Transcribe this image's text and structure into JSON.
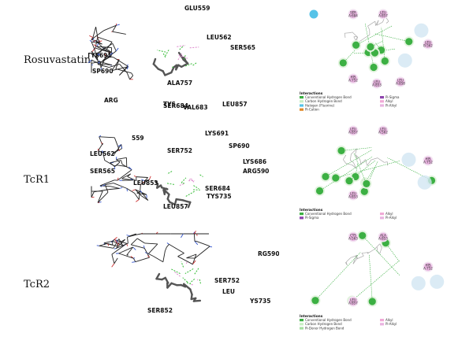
{
  "rows": [
    {
      "label": "Rosuvastatin",
      "residues3d": [
        "GLU559",
        "LEU562",
        "SER565",
        "TYS691",
        "SP690",
        "ALA757",
        "LEU857",
        "ARG",
        "SER684",
        "TYS",
        "VAL683"
      ],
      "residues2d": [
        {
          "t": "SER",
          "s": "A:684",
          "c": "pink"
        },
        {
          "t": "LEU",
          "s": "A:857",
          "c": "pink"
        },
        {
          "t": "LEU",
          "s": "B:562",
          "c": "pink"
        },
        {
          "t": "HIS",
          "s": "A:752",
          "c": "pink"
        },
        {
          "t": "LEU",
          "s": "A:853",
          "c": "pink"
        },
        {
          "t": "LEU",
          "s": "A:858",
          "c": "pink"
        }
      ],
      "legend": {
        "title": "Interactions",
        "items": [
          {
            "label": "Conventional Hydrogen Bond",
            "color": "#3cb043"
          },
          {
            "label": "Pi-Sigma",
            "color": "#8e44ad"
          },
          {
            "label": "Carbon Hydrogen Bond",
            "color": "#c9efc4"
          },
          {
            "label": "Alkyl",
            "color": "#f0a9d6"
          },
          {
            "label": "Halogen (Fluorine)",
            "color": "#56c3e8"
          },
          {
            "label": "Pi-Alkyl",
            "color": "#e9b3e0"
          },
          {
            "label": "Pi-Cation",
            "color": "#e08a2a"
          }
        ]
      }
    },
    {
      "label": "TcR1",
      "residues3d": [
        "559",
        "SP690",
        "SER752",
        "LEU562",
        "LYS691",
        "LYS686",
        "ARG590",
        "SER565",
        "LEU853",
        "SER684",
        "TYS735",
        "LEU857"
      ],
      "residues2d": [
        {
          "t": "LEU",
          "s": "A:857",
          "c": "pink"
        },
        {
          "t": "LEU",
          "s": "A:562",
          "c": "pink"
        },
        {
          "t": "HIS",
          "s": "A:752",
          "c": "pink"
        },
        {
          "t": "LEU",
          "s": "A:853",
          "c": "pink"
        }
      ],
      "legend": {
        "title": "Interactions",
        "items": [
          {
            "label": "Conventional Hydrogen Bond",
            "color": "#3cb043"
          },
          {
            "label": "Alkyl",
            "color": "#f0a9d6"
          },
          {
            "label": "Pi-Sigma",
            "color": "#8e44ad"
          },
          {
            "label": "Pi-Alkyl",
            "color": "#e9b3e0"
          }
        ]
      }
    },
    {
      "label": "TcR2",
      "residues3d": [
        "RG590",
        "SER752",
        "LEU",
        "YS735",
        "SER852"
      ],
      "residues2d": [
        {
          "t": "CYS",
          "s": "A:563",
          "c": "pink"
        },
        {
          "t": "ALA",
          "s": "A:853",
          "c": "pink"
        },
        {
          "t": "HIS",
          "s": "A:752",
          "c": "pink"
        },
        {
          "t": "LEU",
          "s": "A:857",
          "c": "pink"
        }
      ],
      "legend": {
        "title": "Interactions",
        "items": [
          {
            "label": "Conventional Hydrogen Bond",
            "color": "#3cb043"
          },
          {
            "label": "Alkyl",
            "color": "#f0a9d6"
          },
          {
            "label": "Carbon Hydrogen Bond",
            "color": "#c9efc4"
          },
          {
            "label": "Pi-Alkyl",
            "color": "#e9b3e0"
          },
          {
            "label": "Pi-Donor Hydrogen Bond",
            "color": "#a5dfa0"
          }
        ]
      }
    }
  ]
}
